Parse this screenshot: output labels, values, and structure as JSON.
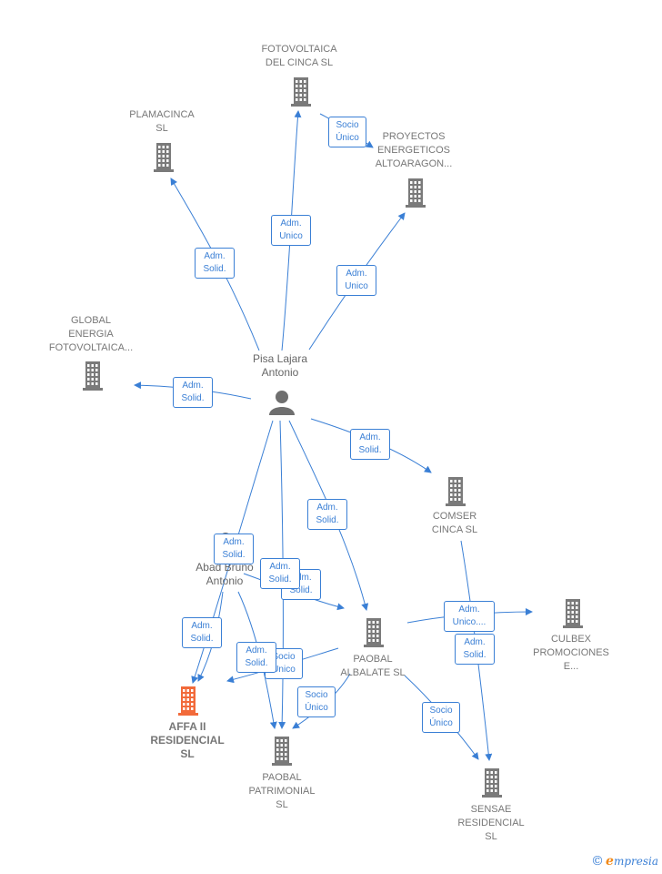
{
  "nodes": {
    "fotovoltaica_cinca": "FOTOVOLTAICA\nDEL CINCA  SL",
    "plamacinca": "PLAMACINCA\nSL",
    "proyectos": "PROYECTOS\nENERGETICOS\nALTOARAGON...",
    "global_energia": "GLOBAL\nENERGIA\nFOTOVOLTAICA...",
    "pisa_lajara": "Pisa Lajara\nAntonio",
    "comser": "COMSER\nCINCA SL",
    "abad_bruno": "Abad Bruno\nAntonio",
    "paobal_albalate": "PAOBAL\nALBALATE SL",
    "culbex": "CULBEX\nPROMOCIONES\nE...",
    "affa": "AFFA II\nRESIDENCIAL\nSL",
    "paobal_patrimonial": "PAOBAL\nPATRIMONIAL\nSL",
    "sensae": "SENSAE\nRESIDENCIAL\nSL"
  },
  "edge_labels": {
    "socio_unico_proyectos": "Socio\nÚnico",
    "adm_unico_fotovoltaica": "Adm.\nUnico",
    "adm_solid_plamacinca": "Adm.\nSolid.",
    "adm_unico_proyectos": "Adm.\nUnico",
    "adm_solid_global": "Adm.\nSolid.",
    "adm_solid_comser": "Adm.\nSolid.",
    "adm_solid_paobal_albalate": "Adm.\nSolid.",
    "adm_solid_abad_1": "Adm.\nSolid.",
    "adm_solid_abad_2": "Adm.\nSolid.",
    "adm_solid_abad_3": "Adm.\nSolid.",
    "adm_unico_culbex": "Adm.\nUnico....",
    "adm_solid_affa": "Adm.\nSolid.",
    "adm_solid_affa_2": "Adm.\nSolid.",
    "socio_unico_affa": "Socio\nÚnico",
    "socio_unico_patrimonial": "Socio\nÚnico",
    "adm_solid_sensae": "Adm.\nSolid.",
    "socio_unico_sensae": "Socio\nÚnico"
  },
  "colors": {
    "edge": "#3a7fd5",
    "building": "#7a7a7a",
    "highlight": "#f26a3a"
  },
  "footer": {
    "copyright_symbol": "©",
    "brand_initial": "e",
    "brand_rest": "mpresia"
  }
}
